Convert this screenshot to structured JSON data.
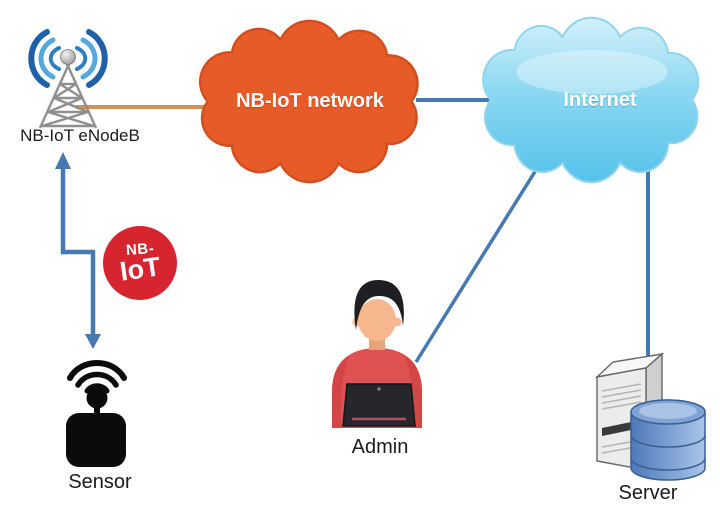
{
  "diagram": {
    "nodes": {
      "enodeb": {
        "label": "NB-IoT eNodeB",
        "icon": "cell-tower-icon"
      },
      "nbiot_network": {
        "label": "NB-IoT network",
        "icon": "cloud-icon",
        "color": "#E65B28"
      },
      "internet": {
        "label": "Internet",
        "icon": "cloud-icon",
        "color": "#5FC5EC"
      },
      "nbiot_badge": {
        "line1": "NB-",
        "line2": "IoT",
        "color": "#D6252F"
      },
      "sensor": {
        "label": "Sensor",
        "icon": "wireless-sensor-icon"
      },
      "admin": {
        "label": "Admin",
        "icon": "person-laptop-icon"
      },
      "server": {
        "label": "Server",
        "icon": "server-database-icon"
      }
    },
    "links": [
      {
        "from": "enodeb",
        "to": "nbiot_network",
        "color": "#D2914C",
        "style": "plain"
      },
      {
        "from": "nbiot_network",
        "to": "internet",
        "color": "#4679B2",
        "style": "plain"
      },
      {
        "from": "sensor",
        "to": "enodeb",
        "color": "#4679B2",
        "style": "double-arrow",
        "badge": "NB-IoT"
      },
      {
        "from": "internet",
        "to": "admin",
        "color": "#4679B2",
        "style": "plain"
      },
      {
        "from": "internet",
        "to": "server",
        "color": "#4679B2",
        "style": "plain"
      }
    ],
    "colors": {
      "link_blue": "#4679B2",
      "link_orange": "#D2914C",
      "cloud_orange": "#E65B28",
      "cloud_orange_edge": "#D14E1E",
      "cloud_blue_top": "#CFEFFA",
      "cloud_blue_bottom": "#5FC5EC",
      "badge_red": "#D6252F",
      "label_text": "#1B1B1B"
    }
  }
}
